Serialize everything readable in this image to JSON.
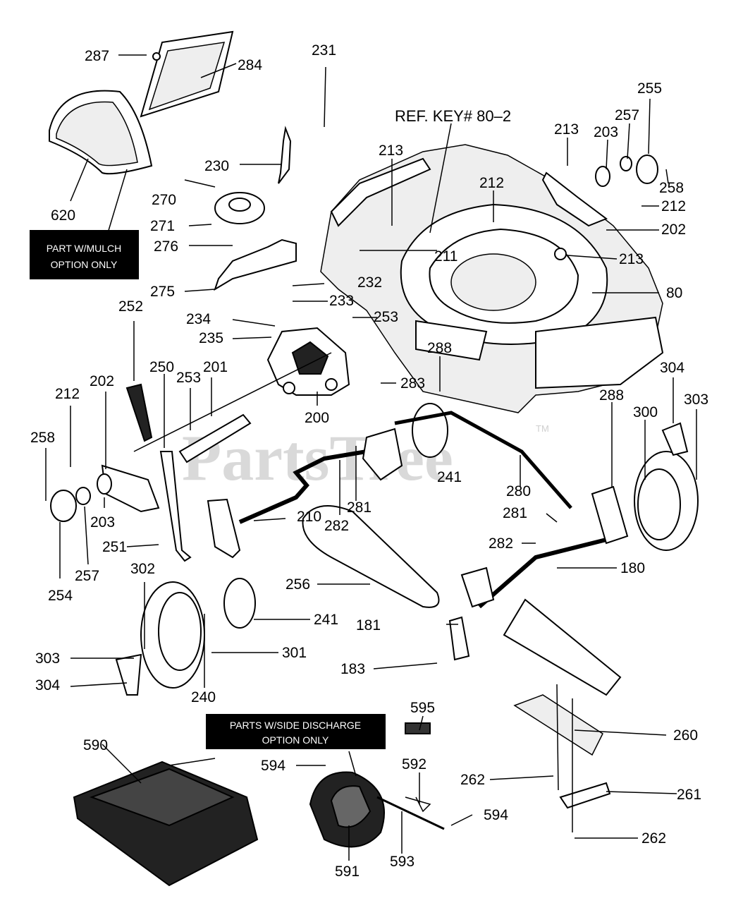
{
  "reference": {
    "text": "REF. KEY# 80–2"
  },
  "notes": {
    "mulch": {
      "line1": "PART W/MULCH",
      "line2": "OPTION ONLY"
    },
    "side_discharge": {
      "line1": "PARTS W/SIDE DISCHARGE",
      "line2": "OPTION ONLY"
    }
  },
  "watermark": {
    "text": "PartsTree",
    "trademark": "TM"
  },
  "part_labels": {
    "p287": "287",
    "p284": "284",
    "p231": "231",
    "p620": "620",
    "p230": "230",
    "p270": "270",
    "p271": "271",
    "p276": "276",
    "p275": "275",
    "p252": "252",
    "p234": "234",
    "p235": "235",
    "p232": "232",
    "p233": "233",
    "p253a": "253",
    "p253b": "253",
    "p250": "250",
    "p201": "201",
    "p202a": "202",
    "p212a": "212",
    "p258a": "258",
    "p203a": "203",
    "p254": "254",
    "p257a": "257",
    "p200": "200",
    "p251": "251",
    "p210": "210",
    "p302": "302",
    "p303a": "303",
    "p304a": "304",
    "p240": "240",
    "p301": "301",
    "p241a": "241",
    "p241b": "241",
    "p256": "256",
    "p282a": "282",
    "p281a": "281",
    "p283": "283",
    "p288a": "288",
    "p280": "280",
    "p181": "181",
    "p183": "183",
    "p180": "180",
    "p281b": "281",
    "p282b": "282",
    "p288b": "288",
    "p300": "300",
    "p304b": "304",
    "p303b": "303",
    "p213a": "213",
    "p212b": "212",
    "p211": "211",
    "p213b": "213",
    "p203b": "203",
    "p257b": "257",
    "p255": "255",
    "p258b": "258",
    "p212c": "212",
    "p202b": "202",
    "p213c": "213",
    "p80": "80",
    "p590": "590",
    "p594a": "594",
    "p595": "595",
    "p592": "592",
    "p594b": "594",
    "p593": "593",
    "p591": "591",
    "p260": "260",
    "p262a": "262",
    "p261": "261",
    "p262b": "262"
  }
}
